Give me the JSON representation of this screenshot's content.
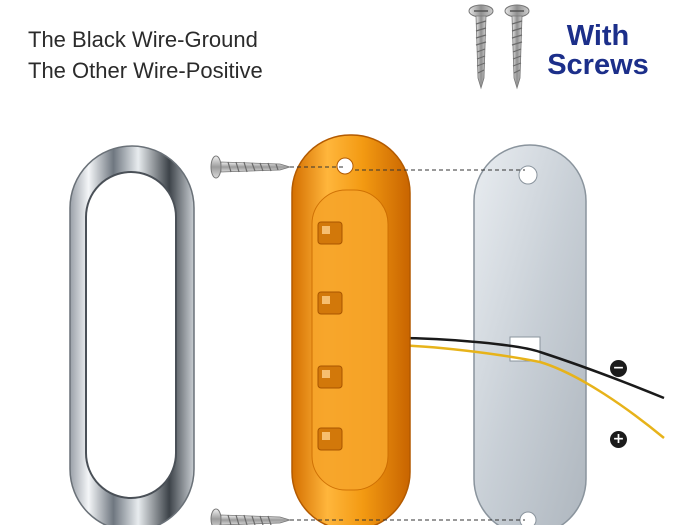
{
  "caption": {
    "line1": "The Black Wire-Ground",
    "line2": "The Other Wire-Positive"
  },
  "badge": {
    "line1": "With",
    "line2": "Screws",
    "color": "#1c2f8a"
  },
  "polarity": {
    "negative_symbol": "−",
    "positive_symbol": "+"
  },
  "parts": [
    {
      "name": "chrome-bezel",
      "icon": "chrome-oval-bezel"
    },
    {
      "name": "amber-led-marker-light",
      "icon": "amber-led-lens",
      "color": "#f39a12"
    },
    {
      "name": "mounting-plate",
      "icon": "steel-mounting-plate"
    },
    {
      "name": "mounting-screw",
      "icon": "self-tapping-screw"
    }
  ]
}
